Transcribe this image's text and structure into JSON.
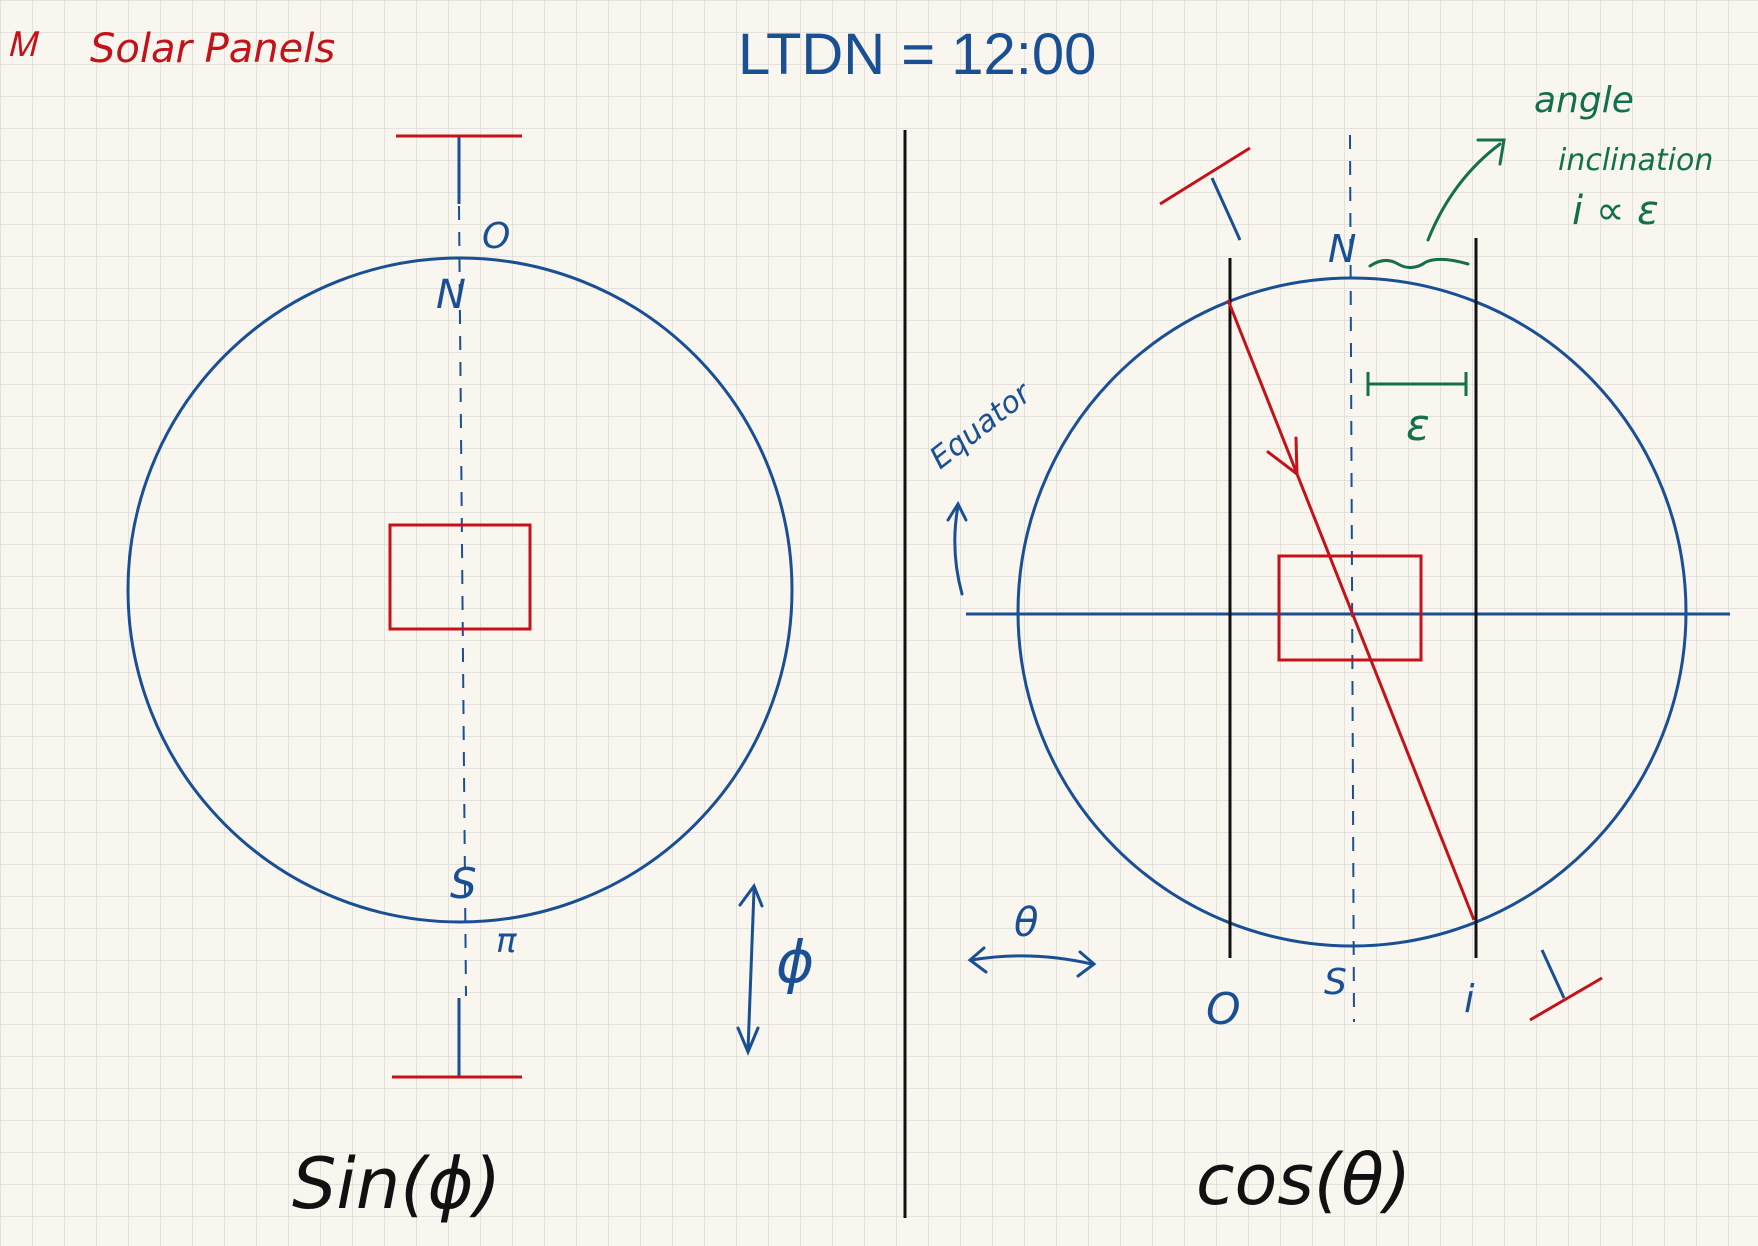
{
  "colors": {
    "paper": "#f8f6ee",
    "grid": "#dcdcd8",
    "ink_blue": "#1a4f94",
    "ink_red": "#c4121a",
    "ink_green": "#13704a",
    "ink_black": "#111111"
  },
  "header": {
    "title": "Solar Panels",
    "title_mark": "Ꮇ",
    "equation": "LTDN = 12:00"
  },
  "left_panel": {
    "zero_label": "O",
    "north_label": "N",
    "south_label": "S",
    "pi_label": "π",
    "phi_label": "ϕ",
    "formula": "Sin(ϕ)"
  },
  "right_panel": {
    "north_label": "N",
    "south_label": "S",
    "equator_label": "Equator",
    "epsilon_label": "ε",
    "theta_label": "θ",
    "zero_label": "O",
    "one_label": "i",
    "annotation_lines": [
      "angle",
      "inclination",
      "i ∝ ε"
    ],
    "formula": "cos(θ)"
  }
}
